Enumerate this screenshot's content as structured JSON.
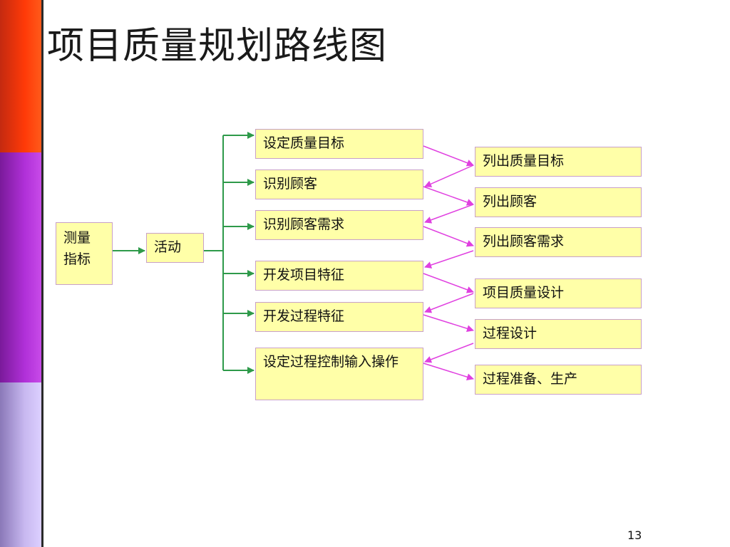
{
  "title": "项目质量规划路线图",
  "page_number": "13",
  "left_boxes": [
    "测量",
    "指标"
  ],
  "middle_box": "活动",
  "activities": [
    "设定质量目标",
    "识别顾客",
    "识别顾客需求",
    "开发项目特征",
    "开发过程特征",
    "设定过程控制输入操作"
  ],
  "outputs": [
    "列出质量目标",
    "列出顾客",
    "列出顾客需求",
    "项目质量设计",
    "过程设计",
    "过程准备、生产"
  ],
  "colors": {
    "box_fill": "#ffffa8",
    "arrow_magenta": "#e040e0",
    "bracket_green": "#2e9a4a"
  }
}
